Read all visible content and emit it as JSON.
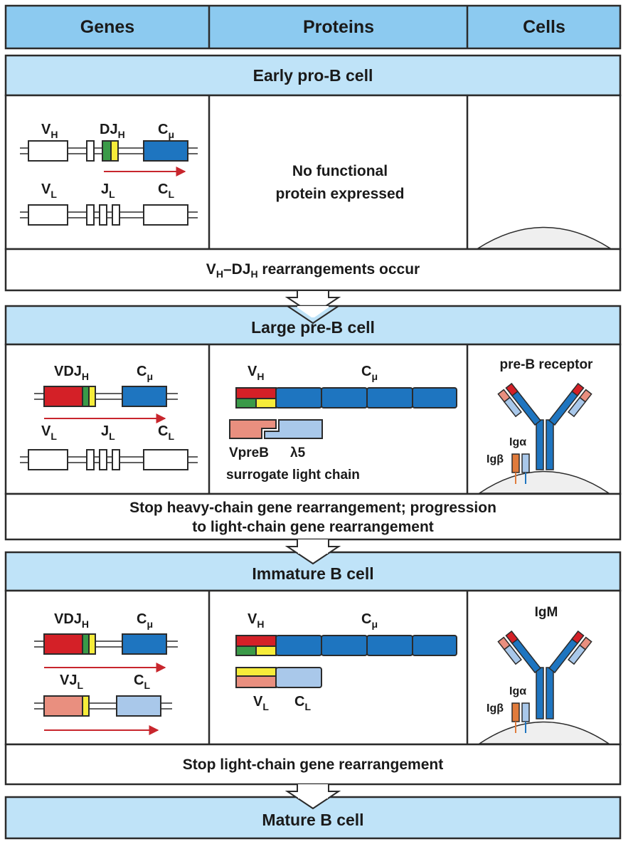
{
  "header": {
    "genes": "Genes",
    "proteins": "Proteins",
    "cells": "Cells"
  },
  "stages": {
    "early": {
      "title": "Early pro-B cell",
      "protein_line1": "No functional",
      "protein_line2": "protein expressed",
      "event_main": "V",
      "event_sub1": "H",
      "event_mid": "–DJ",
      "event_sub2": "H",
      "event_rest": " rearrangements occur"
    },
    "large": {
      "title": "Large pre-B cell",
      "receptor": "pre-B receptor",
      "vpreb": "VpreB",
      "lambda5": "λ5",
      "surrogate": "surrogate light chain",
      "event_line1": "Stop heavy-chain gene rearrangement; progression",
      "event_line2": "to light-chain gene rearrangement"
    },
    "immature": {
      "title": "Immature B cell",
      "receptor": "IgM",
      "event": "Stop light-chain gene rearrangement"
    },
    "mature": {
      "title": "Mature B cell"
    }
  },
  "gene_labels": {
    "V": "V",
    "DJ": "DJ",
    "VDJ": "VDJ",
    "VJ": "VJ",
    "J": "J",
    "C": "C",
    "sub_H": "H",
    "sub_L": "L",
    "sub_mu": "μ"
  },
  "cell_labels": {
    "igalpha": "Igα",
    "igbeta": "Igβ"
  },
  "colors": {
    "header_bg": "#8ccaf0",
    "stage_bg": "#bfe3f8",
    "border": "#2b2b2b",
    "heavy_v": "#d42027",
    "d_segment": "#3a9a48",
    "j_segment": "#f6ec3a",
    "constant_mu": "#1e75c0",
    "light_v": "#e98f7f",
    "light_c": "#a9c8ea",
    "arrow": "#c8262d",
    "cell": "#efefef"
  }
}
